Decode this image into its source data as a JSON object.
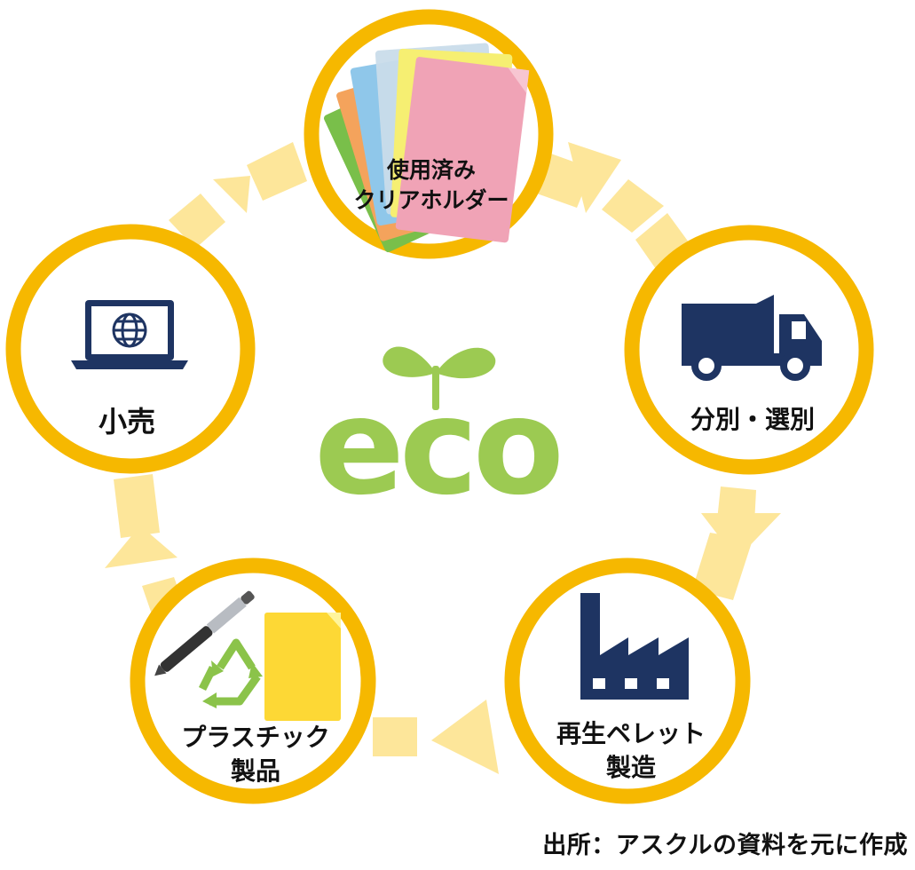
{
  "center": {
    "logo_text": "eco"
  },
  "nodes": [
    {
      "id": "used-holders",
      "lines": [
        "使用済み",
        "クリアホルダー"
      ],
      "icon": "clear-folders-icon"
    },
    {
      "id": "sorting",
      "lines": [
        "分別・選別"
      ],
      "icon": "truck-icon"
    },
    {
      "id": "pellets",
      "lines": [
        "再生ペレット",
        "製造"
      ],
      "icon": "factory-icon"
    },
    {
      "id": "plastic-products",
      "lines": [
        "プラスチック",
        "製品"
      ],
      "icon": "pen-folder-recycle-icon"
    },
    {
      "id": "retail",
      "lines": [
        "小売"
      ],
      "icon": "laptop-globe-icon"
    }
  ],
  "credit": "出所：アスクルの資料を元に作成",
  "colors": {
    "ring": "#f6b800",
    "arrow": "#fde69a",
    "eco_green": "#9cca52",
    "navy": "#1e3462"
  }
}
